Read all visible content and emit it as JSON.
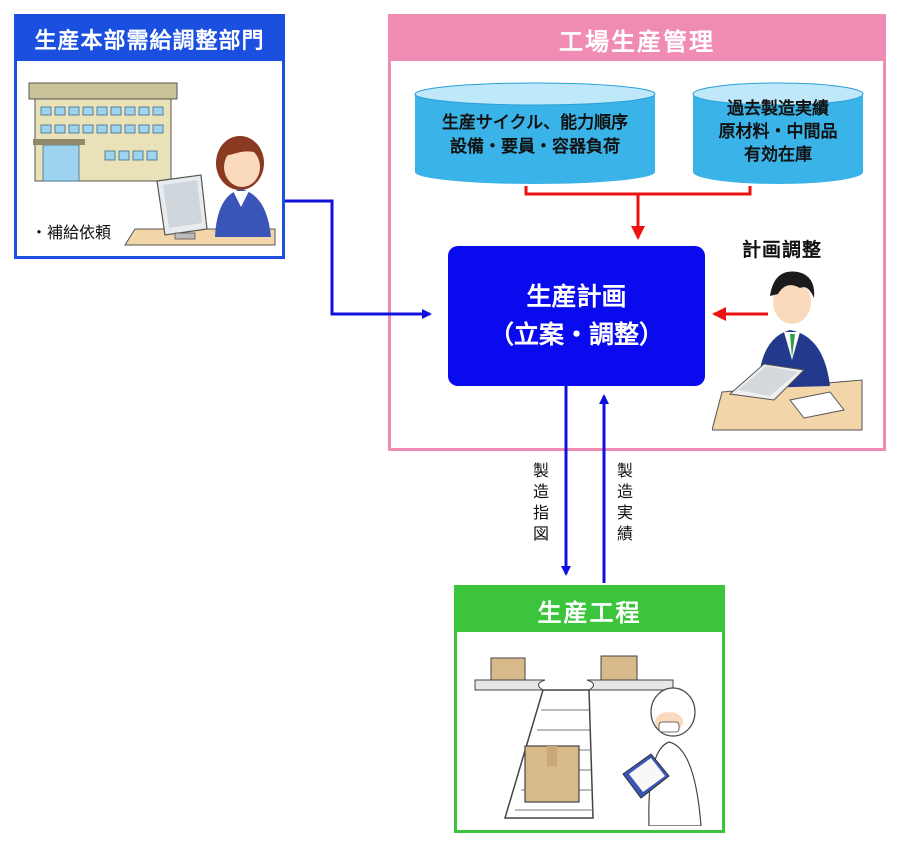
{
  "hq": {
    "title": "生産本部需給調整部門",
    "note": "・補給依頼"
  },
  "factory": {
    "title": "工場生産管理",
    "db_left": {
      "line1": "生産サイクル、能力順序",
      "line2": "設備・要員・容器負荷"
    },
    "db_right": {
      "line1": "過去製造実績",
      "line2": "原材料・中間品",
      "line3": "有効在庫"
    },
    "plan": {
      "line1": "生産計画",
      "line2": "（立案・調整）"
    },
    "adjust_label": "計画調整"
  },
  "flows": {
    "down_label": "製造指図",
    "up_label": "製造実績"
  },
  "production": {
    "title": "生産工程"
  },
  "colors": {
    "hq_blue": "#1a4fe0",
    "factory_pink": "#f08cb4",
    "plan_blue": "#0a0aee",
    "production_green": "#3cc43c",
    "db_cyan": "#3ab4e8",
    "arrow_red": "#ee1111",
    "arrow_blue": "#1010dd"
  }
}
